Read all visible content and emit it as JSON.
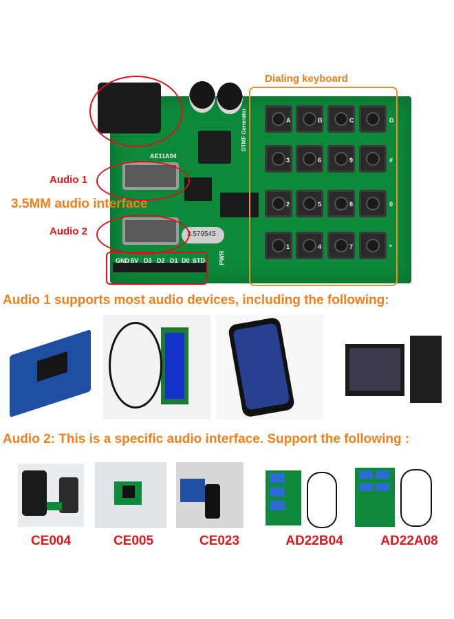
{
  "pcb": {
    "dialing_keyboard_label": "Dialing keyboard",
    "audio1_label": "Audio 1",
    "audio2_label": "Audio 2",
    "interface_label": "3.5MM audio interface",
    "board_id": "AE11A04",
    "board_text": "DTMF Generator",
    "crystal_text": "3.579545",
    "pwr_text": "PWR",
    "pins": [
      "GND",
      "5V",
      "D3",
      "D2",
      "D1",
      "D0",
      "STD"
    ],
    "key_letters": [
      "A",
      "B",
      "C",
      "D",
      "3",
      "6",
      "9",
      "#",
      "2",
      "5",
      "8",
      "0",
      "1",
      "4",
      "7",
      "*"
    ]
  },
  "section1": {
    "heading": "Audio 1 supports most audio devices, including the following:"
  },
  "section2": {
    "heading": "Audio 2: This is a specific audio interface. Support the following  :",
    "products": [
      {
        "label": "CE004"
      },
      {
        "label": "CE005"
      },
      {
        "label": "CE023"
      },
      {
        "label": "AD22B04"
      },
      {
        "label": "AD22A08"
      }
    ]
  },
  "colors": {
    "orange": "#f07f1c",
    "red": "#e0181b",
    "pcb_green": "#0c8a3a"
  }
}
